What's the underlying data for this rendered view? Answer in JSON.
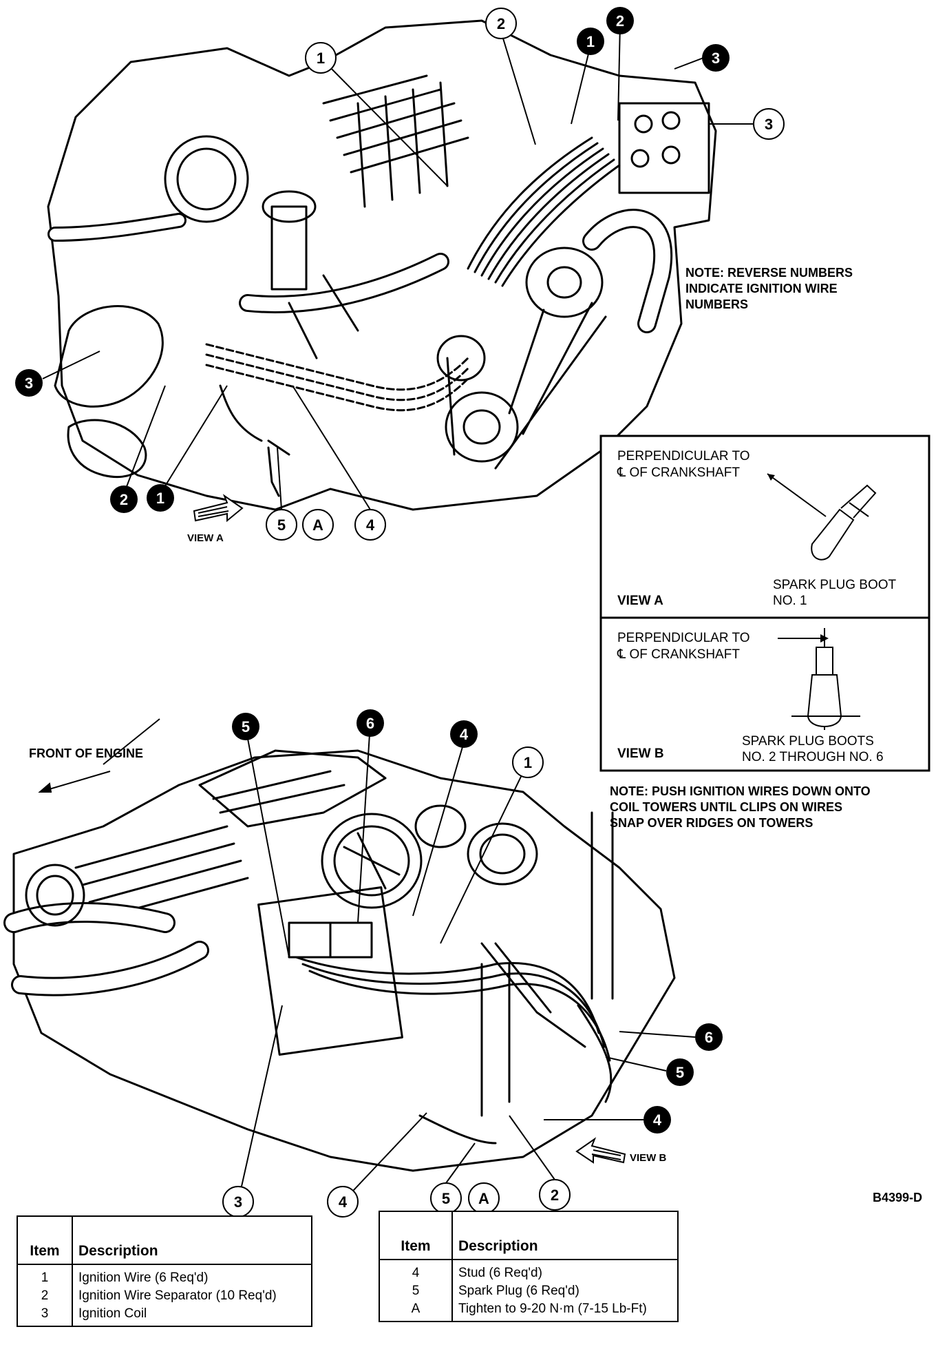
{
  "note_top": [
    "NOTE: REVERSE NUMBERS",
    "INDICATE IGNITION WIRE",
    "NUMBERS"
  ],
  "note_bottom": [
    "NOTE: PUSH IGNITION WIRES DOWN ONTO",
    "COIL TOWERS UNTIL CLIPS ON WIRES",
    "SNAP OVER RIDGES ON TOWERS"
  ],
  "front_of_engine": "FRONT OF ENGINE",
  "view_a_label": "VIEW A",
  "view_b_label": "VIEW B",
  "figure_code": "B4399-D",
  "detail_a": {
    "perp_line1": "PERPENDICULAR TO",
    "perp_line2": "℄ OF CRANKSHAFT",
    "view": "VIEW A",
    "boot_line1": "SPARK PLUG BOOT",
    "boot_line2": "NO. 1"
  },
  "detail_b": {
    "perp_line1": "PERPENDICULAR TO",
    "perp_line2": "℄ OF CRANKSHAFT",
    "view": "VIEW B",
    "boot_line1": "SPARK PLUG BOOTS",
    "boot_line2": "NO. 2 THROUGH NO. 6"
  },
  "callouts_top": {
    "c1": "1",
    "c2": "2",
    "c2_inv": "2",
    "c1_inv": "1",
    "c3_inv": "3",
    "c3": "3",
    "c3_inv_left": "3",
    "c2_inv_bl": "2",
    "c1_inv_bl": "1",
    "c5": "5",
    "cA": "A",
    "c4": "4"
  },
  "callouts_bottom": {
    "c5_inv": "5",
    "c6_inv": "6",
    "c4_inv": "4",
    "c1": "1",
    "c6_inv_r": "6",
    "c5_inv_r": "5",
    "c4_inv_r": "4",
    "c3": "3",
    "c4": "4",
    "c5": "5",
    "cA": "A",
    "c2": "2"
  },
  "legend_left": {
    "header_item": "Item",
    "header_desc": "Description",
    "rows": [
      {
        "item": "1",
        "desc": "Ignition Wire (6 Req'd)"
      },
      {
        "item": "2",
        "desc": "Ignition Wire Separator (10 Req'd)"
      },
      {
        "item": "3",
        "desc": "Ignition Coil"
      }
    ]
  },
  "legend_right": {
    "header_item": "Item",
    "header_desc": "Description",
    "rows": [
      {
        "item": "4",
        "desc": "Stud (6 Req'd)"
      },
      {
        "item": "5",
        "desc": "Spark Plug (6 Req'd)"
      },
      {
        "item": "A",
        "desc": "Tighten to 9-20 N·m (7-15 Lb-Ft)"
      }
    ]
  },
  "colors": {
    "ink": "#000000",
    "paper": "#ffffff"
  }
}
